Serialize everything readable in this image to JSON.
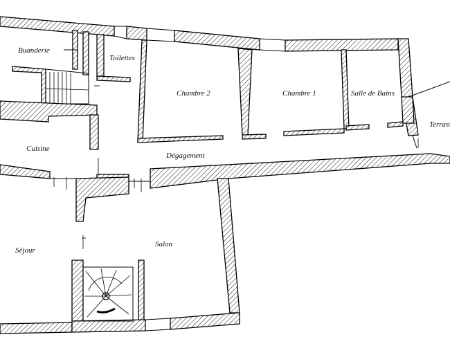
{
  "rooms": {
    "buanderie": "Buanderie",
    "toilettes": "Toilettes",
    "chambre2": "Chambre 2",
    "chambre1": "Chambre 1",
    "salle_de_bains": "Salle de Bains",
    "terrasse": "Terrasse",
    "cuisine": "Cuisine",
    "degagement": "Dégagement",
    "sejour": "Séjour",
    "salon": "Salon"
  }
}
